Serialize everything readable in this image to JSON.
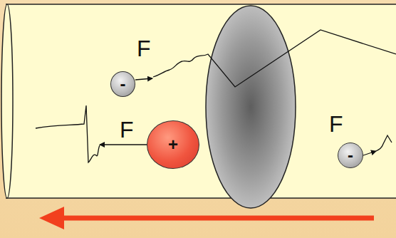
{
  "diagram": {
    "nodes": [
      {
        "text": [
          "-"
        ]
      },
      {
        "text": [
          "+"
        ]
      },
      {
        "text": [
          "-"
        ]
      }
    ],
    "labels": [
      "F",
      "F",
      "F"
    ]
  }
}
